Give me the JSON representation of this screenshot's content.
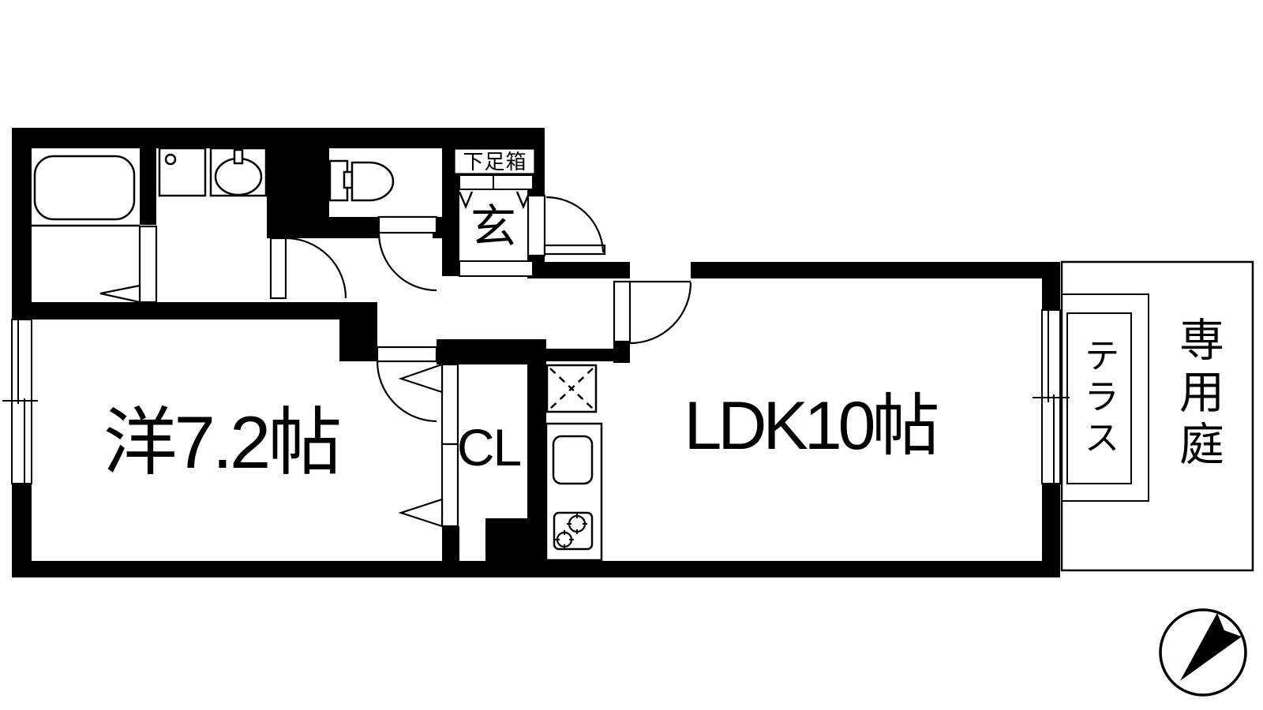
{
  "document": {
    "type": "apartment-floor-plan"
  },
  "rooms": {
    "western_room": {
      "label": "洋7.2帖"
    },
    "ldk": {
      "label": "LDK10帖"
    },
    "closet": {
      "label": "CL"
    },
    "entrance": {
      "label": "玄"
    },
    "shoe_box": {
      "label": "下足箱"
    },
    "terrace": {
      "label": "テラス"
    },
    "private_garden": {
      "label": "専用庭"
    }
  },
  "fixtures": [
    "bathtub",
    "washing-machine-space",
    "vanity-sink",
    "toilet",
    "refrigerator-space",
    "kitchen-counter",
    "kitchen-sink",
    "gas-stove",
    "sliding-window",
    "north-arrow-compass"
  ],
  "colors": {
    "wall": "#000000",
    "background": "#ffffff",
    "line": "#000000"
  }
}
